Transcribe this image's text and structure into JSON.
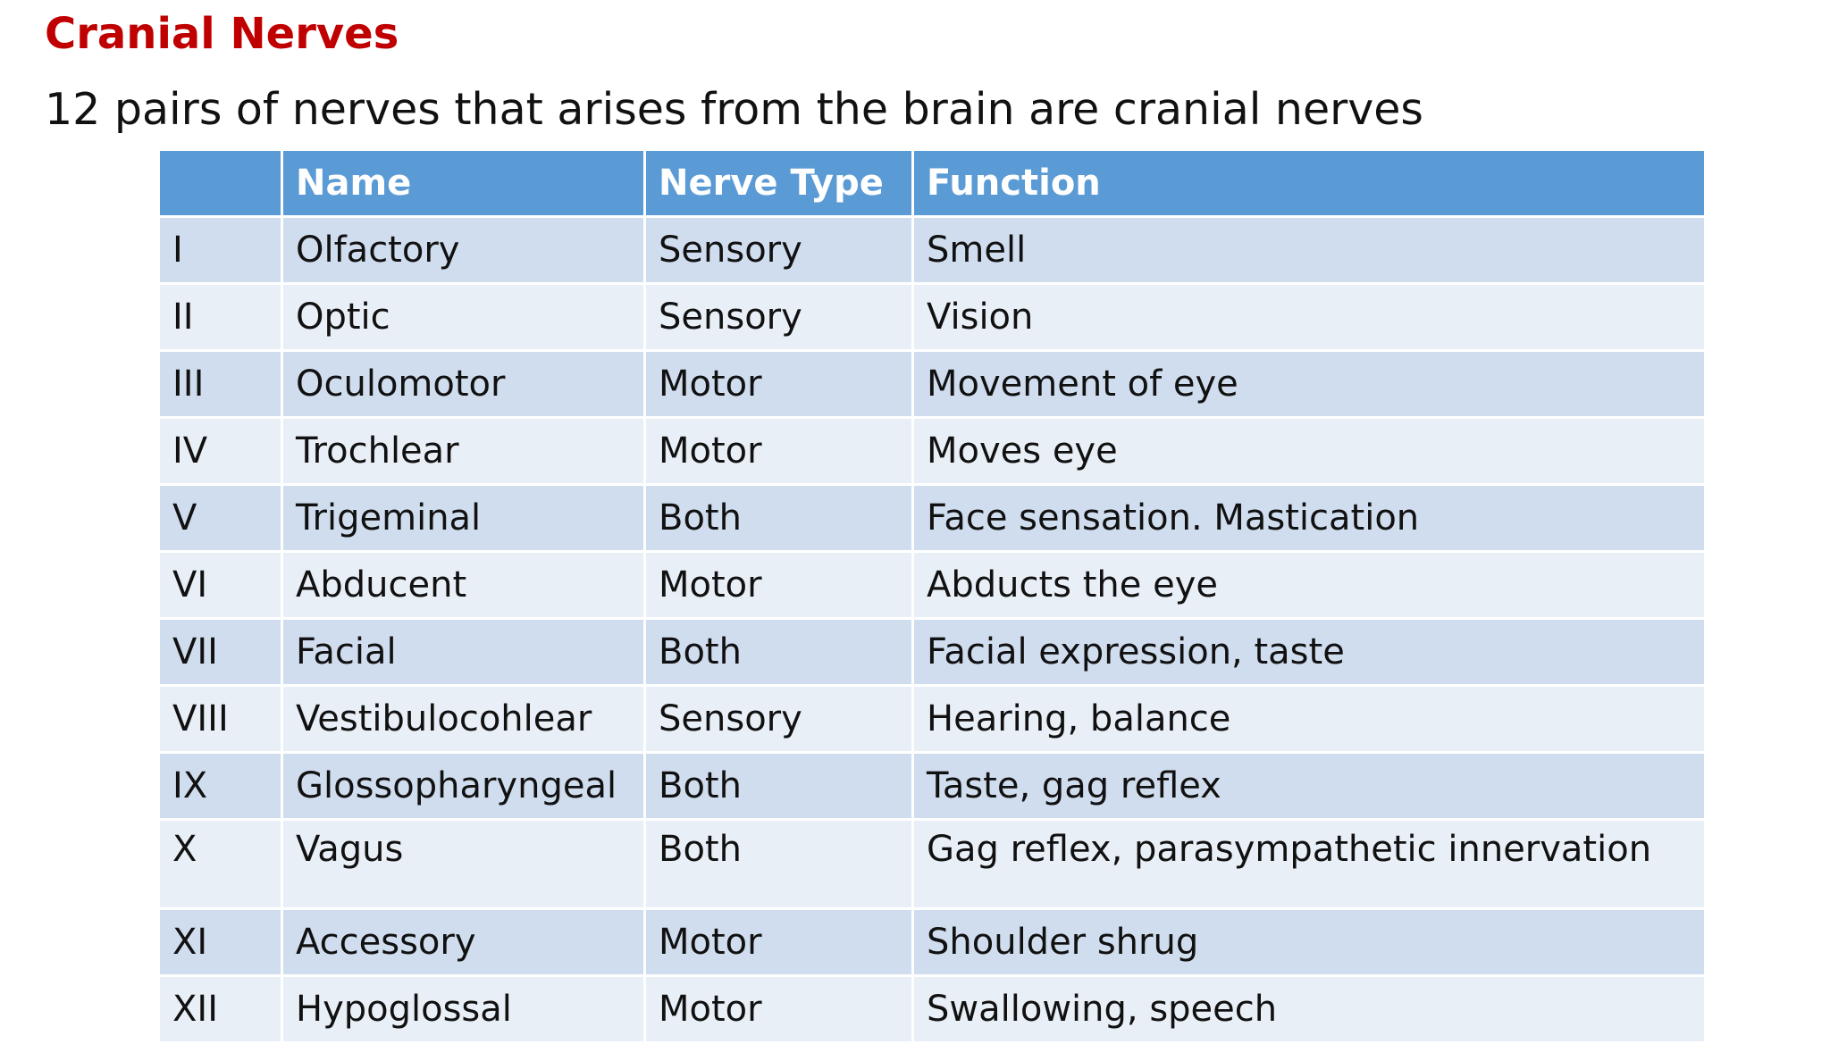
{
  "slide": {
    "title": "Cranial Nerves",
    "subtitle": "12 pairs of nerves that arises from the brain are cranial nerves"
  },
  "table": {
    "headers": [
      "",
      "Name",
      "Nerve Type",
      "Function"
    ],
    "rows": [
      {
        "num": "I",
        "name": "Olfactory",
        "type": "Sensory",
        "function": "Smell"
      },
      {
        "num": "II",
        "name": "Optic",
        "type": "Sensory",
        "function": "Vision"
      },
      {
        "num": "III",
        "name": "Oculomotor",
        "type": "Motor",
        "function": "Movement of eye"
      },
      {
        "num": "IV",
        "name": "Trochlear",
        "type": "Motor",
        "function": "Moves eye"
      },
      {
        "num": "V",
        "name": "Trigeminal",
        "type": "Both",
        "function": "Face sensation. Mastication"
      },
      {
        "num": "VI",
        "name": "Abducent",
        "type": "Motor",
        "function": "Abducts the eye"
      },
      {
        "num": "VII",
        "name": "Facial",
        "type": "Both",
        "function": "Facial expression, taste"
      },
      {
        "num": "VIII",
        "name": "Vestibulocohlear",
        "type": "Sensory",
        "function": "Hearing, balance"
      },
      {
        "num": "IX",
        "name": "Glossopharyngeal",
        "type": "Both",
        "function": "Taste, gag reflex"
      },
      {
        "num": "X",
        "name": "Vagus",
        "type": "Both",
        "function": "Gag reflex, parasympathetic innervation"
      },
      {
        "num": "XI",
        "name": "Accessory",
        "type": "Motor",
        "function": "Shoulder shrug"
      },
      {
        "num": "XII",
        "name": "Hypoglossal",
        "type": "Motor",
        "function": "Swallowing, speech"
      }
    ]
  },
  "colors": {
    "title": "#c00000",
    "header_bg": "#5b9bd5",
    "row_odd": "#d0ddee",
    "row_even": "#e9eff7"
  }
}
